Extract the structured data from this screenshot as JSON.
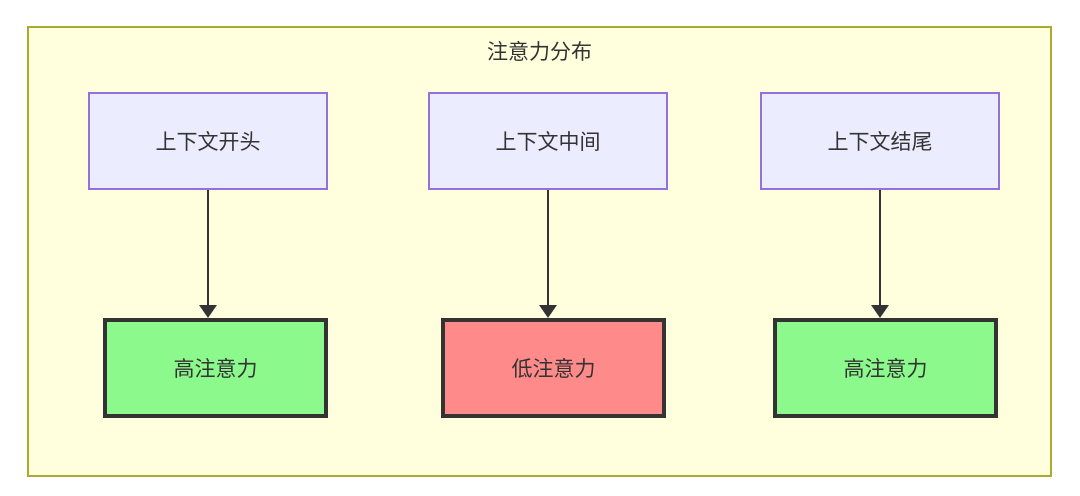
{
  "diagram": {
    "title": "注意力分布",
    "frame": {
      "fill": "#ffffde",
      "border": "#aaaa33"
    },
    "columns": [
      {
        "source": {
          "label": "上下文开头",
          "fill": "#ececff",
          "border": "#9370db"
        },
        "target": {
          "label": "高注意力",
          "fill": "#8cf98c",
          "border": "#333333"
        },
        "edge": {
          "style": "solid-arrow",
          "color": "#333333"
        }
      },
      {
        "source": {
          "label": "上下文中间",
          "fill": "#ececff",
          "border": "#9370db"
        },
        "target": {
          "label": "低注意力",
          "fill": "#ff8a8a",
          "border": "#333333"
        },
        "edge": {
          "style": "solid-arrow",
          "color": "#333333"
        }
      },
      {
        "source": {
          "label": "上下文结尾",
          "fill": "#ececff",
          "border": "#9370db"
        },
        "target": {
          "label": "高注意力",
          "fill": "#8cf98c",
          "border": "#333333"
        },
        "edge": {
          "style": "solid-arrow",
          "color": "#333333"
        }
      }
    ]
  }
}
